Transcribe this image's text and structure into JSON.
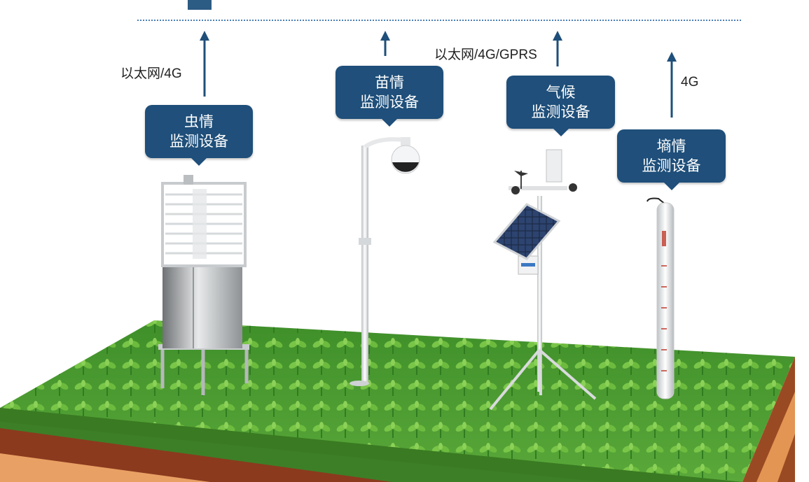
{
  "bubbles": [
    {
      "line1": "虫情",
      "line2": "监测设备"
    },
    {
      "line1": "苗情",
      "line2": "监测设备"
    },
    {
      "line1": "气候",
      "line2": "监测设备"
    },
    {
      "line1": "墒情",
      "line2": "监测设备"
    }
  ],
  "links": [
    {
      "label": "以太网/4G"
    },
    {
      "label": "以太网/4G/GPRS"
    },
    {
      "label": "4G"
    }
  ],
  "colors": {
    "bubble": "#1f4f7a",
    "arrow": "#1f4f7a",
    "grass": "#4a9a2e",
    "soil": "#8b3a1e",
    "sand": "#e9a064"
  }
}
